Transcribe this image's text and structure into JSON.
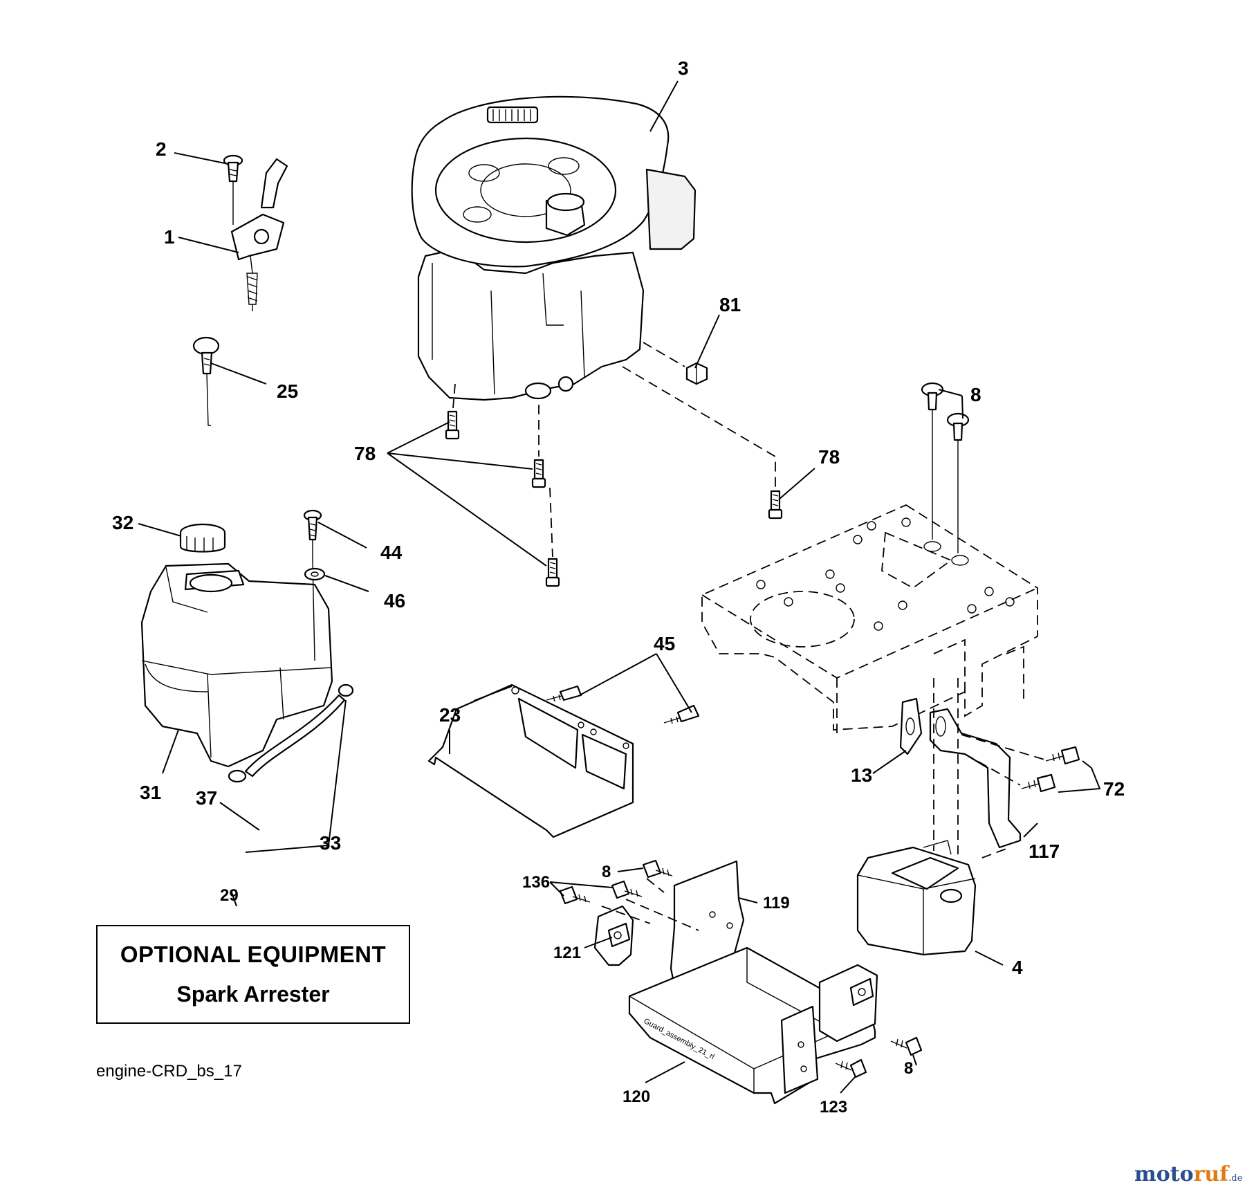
{
  "diagram": {
    "id_label": "engine-CRD_bs_17",
    "optional_box": {
      "title": "OPTIONAL EQUIPMENT",
      "subtitle": "Spark Arrester"
    },
    "watermark": {
      "brand_main": "moto",
      "brand_accent": "ruf",
      "tld": ".de"
    },
    "callouts": {
      "c1": "1",
      "c2": "2",
      "c3": "3",
      "c25": "25",
      "c81": "81",
      "c8_a": "8",
      "c78_a": "78",
      "c78_b": "78",
      "c32": "32",
      "c44": "44",
      "c46": "46",
      "c31": "31",
      "c37": "37",
      "c33": "33",
      "c29": "29",
      "c45": "45",
      "c23": "23",
      "c13": "13",
      "c72": "72",
      "c117": "117",
      "c4": "4",
      "c8_b": "8",
      "c136": "136",
      "c119": "119",
      "c121": "121",
      "c120": "120",
      "c123": "123",
      "c8_c": "8"
    }
  },
  "colors": {
    "line": "#000000",
    "brand_blue": "#2a4f8f",
    "brand_orange": "#e07b12"
  }
}
